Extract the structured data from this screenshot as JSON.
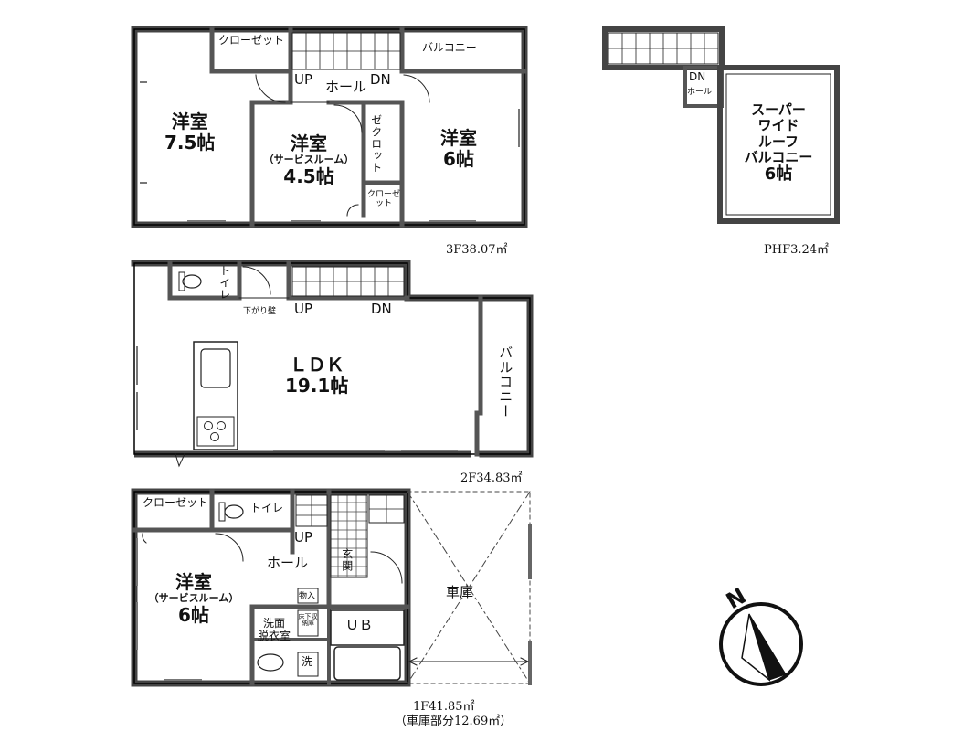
{
  "floor3": {
    "area": "3F38.07㎡",
    "room_a": {
      "name": "洋室",
      "size": "7.5帖"
    },
    "room_b": {
      "name": "洋室",
      "sub": "（サービスルーム）",
      "size": "4.5帖"
    },
    "room_c": {
      "name": "洋室",
      "size": "6帖"
    },
    "closet_top": "クローゼット",
    "closet_mid": "ゼクロット",
    "closet_small": "クローゼット",
    "hall": "ホール",
    "up": "UP",
    "dn": "DN",
    "balcony": "バルコニー"
  },
  "ph": {
    "area": "PHF3.24㎡",
    "dn": "DN",
    "hall": "ホール",
    "roof_balcony": "スーパーワイドルーフバルコニー",
    "roof_l1": "スーパー",
    "roof_l2": "ワイド",
    "roof_l3": "ルーフ",
    "roof_l4": "バルコニー",
    "roof_size": "6帖"
  },
  "floor2": {
    "area": "2F34.83㎡",
    "toilet": "トイレ",
    "sagari": "下がり壁",
    "up": "UP",
    "dn": "DN",
    "ldk": "ＬＤＫ",
    "ldk_size": "19.1帖",
    "balcony": "バルコニー"
  },
  "floor1": {
    "area": "1F41.85㎡",
    "garage_note": "（車庫部分12.69㎡）",
    "closet": "クローゼット",
    "toilet": "トイレ",
    "up": "UP",
    "hall": "ホール",
    "entrance": "玄関",
    "storage": "物入",
    "room": {
      "name": "洋室",
      "sub": "（サービスルーム）",
      "size": "6帖"
    },
    "wash": "洗面脱衣室",
    "wash_l1": "洗面",
    "wash_l2": "脱衣室",
    "underfloor": "床下収納庫",
    "ub": "ＵＢ",
    "washer": "洗",
    "garage": "車庫"
  },
  "compass": {
    "label": "N"
  }
}
